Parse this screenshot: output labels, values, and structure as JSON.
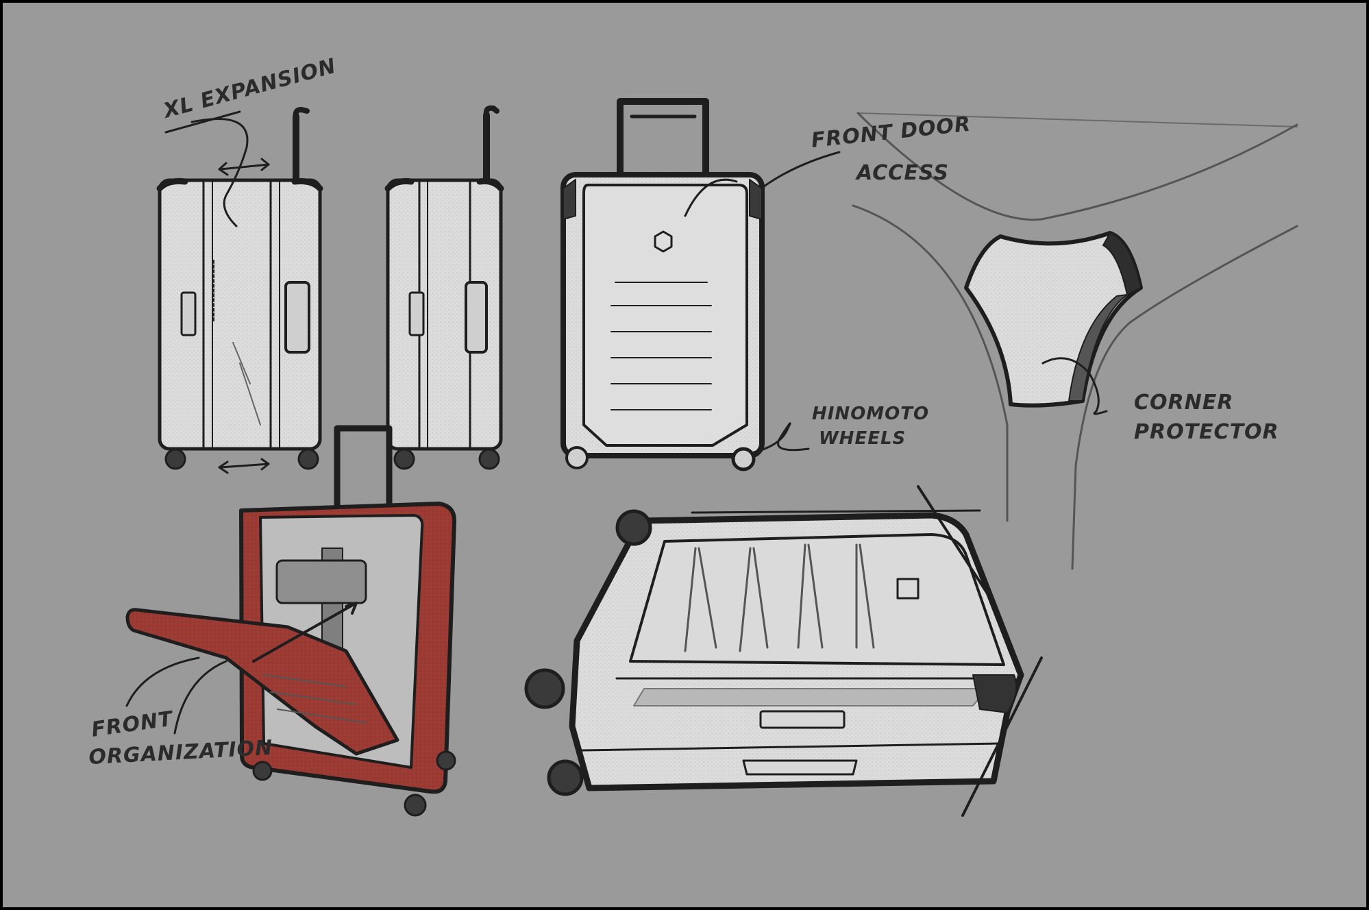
{
  "sheet": {
    "background": "#9a9a9a",
    "border": "#000000",
    "case_fill": "#d9d9d9",
    "ink": "#1e1e1e",
    "accent_red": "#9c3a34"
  },
  "annotations": {
    "xl_expansion": "XL EXPANSION",
    "front_door_access_1": "FRONT DOOR",
    "front_door_access_2": "ACCESS",
    "hinomoto_wheels_1": "HINOMOTO",
    "hinomoto_wheels_2": "WHEELS",
    "corner_protector_1": "CORNER",
    "corner_protector_2": "PROTECTOR",
    "front_organization_1": "FRONT",
    "front_organization_2": "ORGANIZATION"
  }
}
